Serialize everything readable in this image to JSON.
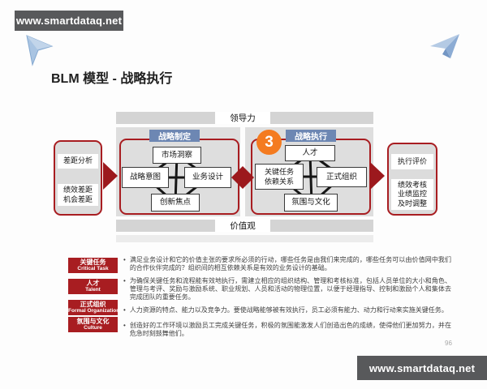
{
  "banner_top": {
    "text": "www.smartdataq.net"
  },
  "banner_bottom": {
    "text": "www.smartdataq.net"
  },
  "title": "BLM 模型 - 战略执行",
  "page_number": "96",
  "icons": {
    "top_left": "cursor-arrow-icon",
    "top_right": "paper-plane-icon"
  },
  "colors": {
    "accent_red": "#a81d21",
    "label_blue": "#6d87b3",
    "badge_orange": "#f47b20",
    "banner_gray": "#58595b"
  },
  "diagram": {
    "leadership_label": "领导力",
    "values_label": "价值观",
    "gap_box": {
      "title": "差距分析",
      "line1": "绩效差距",
      "line2": "机会差距"
    },
    "formulation": {
      "label": "战略制定",
      "top": "市场洞察",
      "left": "战略意图",
      "right": "业务设计",
      "bottom": "创新焦点"
    },
    "execution": {
      "label": "战略执行",
      "badge": "3",
      "top": "人才",
      "left_line1": "关键任务",
      "left_line2": "依赖关系",
      "right": "正式组织",
      "bottom": "氛围与文化"
    },
    "eval_box": {
      "title": "执行评价",
      "line1": "绩效考核",
      "line2": "业绩监控",
      "line3": "及时调整"
    }
  },
  "legend": {
    "bullet": "•",
    "rows": [
      {
        "zh": "关键任务",
        "en": "Critical Task",
        "text": "满足业务设计和它的价值主张的要求所必须的行动，哪些任务是由我们来完成的，哪些任务可以由价值网中我们的合作伙伴完成的？组织间的相互依赖关系是有效的业务设计的基础。"
      },
      {
        "zh": "人才",
        "en": "Talent",
        "text": "为确保关键任务和流程能有效地执行，需建立相应的组织结构、管理和考核标准，包括人员单位的大小和角色、管理与考评、奖励与激励系统、职业规划、人员和活动的物理位置，以便于经理指导、控制和激励个人和集体去完成团队的重要任务。"
      },
      {
        "zh": "正式组织",
        "en": "Formal Organization",
        "text": "人力资源的特点、能力以及竞争力。要使战略能够被有效执行，员工必须有能力、动力和行动来实施关键任务。"
      },
      {
        "zh": "氛围与文化",
        "en": "Culture",
        "text": "创造好的工作环境以激励员工完成关键任务，积极的氛围能激发人们创造出色的成绩，使得他们更加努力，并在危急时刻鼓舞他们。"
      }
    ]
  }
}
